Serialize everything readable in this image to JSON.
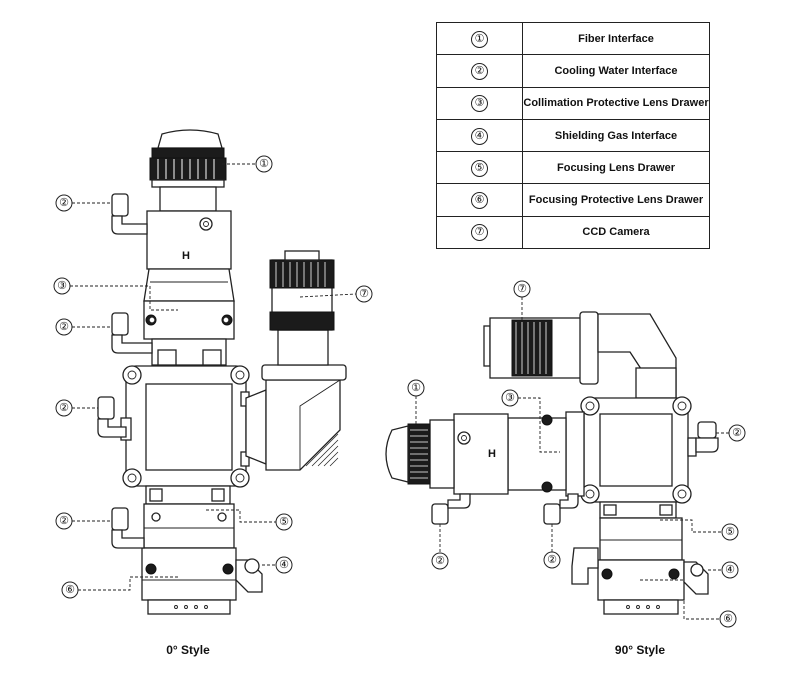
{
  "legend": {
    "rows": [
      {
        "num": "①",
        "label": "Fiber Interface"
      },
      {
        "num": "②",
        "label": "Cooling Water Interface"
      },
      {
        "num": "③",
        "label": "Collimation Protective Lens Drawer"
      },
      {
        "num": "④",
        "label": "Shielding Gas Interface"
      },
      {
        "num": "⑤",
        "label": "Focusing Lens Drawer"
      },
      {
        "num": "⑥",
        "label": "Focusing Protective Lens Drawer"
      },
      {
        "num": "⑦",
        "label": "CCD Camera"
      }
    ]
  },
  "captions": {
    "left": "0° Style",
    "right": "90° Style"
  },
  "callouts": {
    "left": [
      "①",
      "②",
      "③",
      "②",
      "②",
      "②",
      "⑤",
      "④",
      "⑥",
      "⑦"
    ],
    "right": [
      "⑦",
      "①",
      "③",
      "②",
      "②",
      "②",
      "⑤",
      "④",
      "⑥"
    ]
  }
}
